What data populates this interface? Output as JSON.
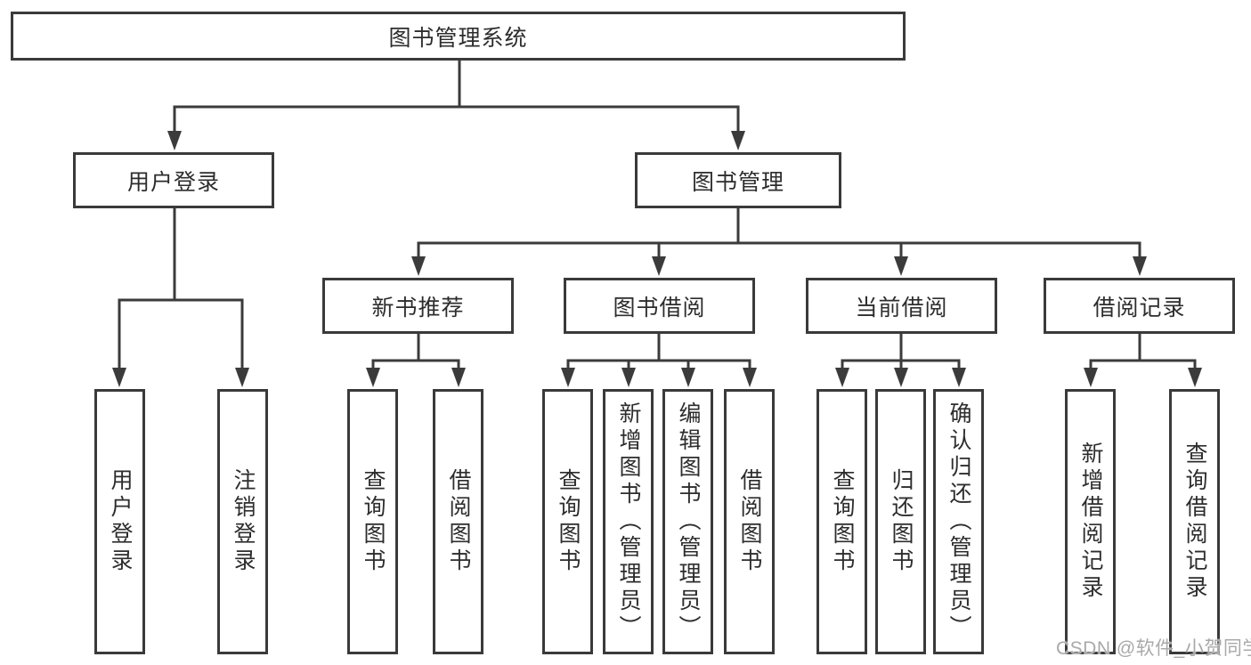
{
  "colors": {
    "background": "#ffffff",
    "line": "#3b3b3b",
    "box_border": "#3a3a3a",
    "text": "#2d2d2d",
    "watermark": "#a9a9a9"
  },
  "watermark": {
    "text": "CSDN @软件_小贺同学"
  },
  "tree": {
    "root": "图书管理系统",
    "branches": [
      {
        "label": "用户登录",
        "children": [
          {
            "label": "用户登录"
          },
          {
            "label": "注销登录"
          }
        ]
      },
      {
        "label": "图书管理",
        "children": [
          {
            "label": "新书推荐",
            "children": [
              {
                "label": "查询图书"
              },
              {
                "label": "借阅图书"
              }
            ]
          },
          {
            "label": "图书借阅",
            "children": [
              {
                "label": "查询图书"
              },
              {
                "label": "新增图书（管理员）"
              },
              {
                "label": "编辑图书（管理员）"
              },
              {
                "label": "借阅图书"
              }
            ]
          },
          {
            "label": "当前借阅",
            "children": [
              {
                "label": "查询图书"
              },
              {
                "label": "归还图书"
              },
              {
                "label": "确认归还（管理员）"
              }
            ]
          },
          {
            "label": "借阅记录",
            "children": [
              {
                "label": "新增借阅记录"
              },
              {
                "label": "查询借阅记录"
              }
            ]
          }
        ]
      }
    ]
  }
}
